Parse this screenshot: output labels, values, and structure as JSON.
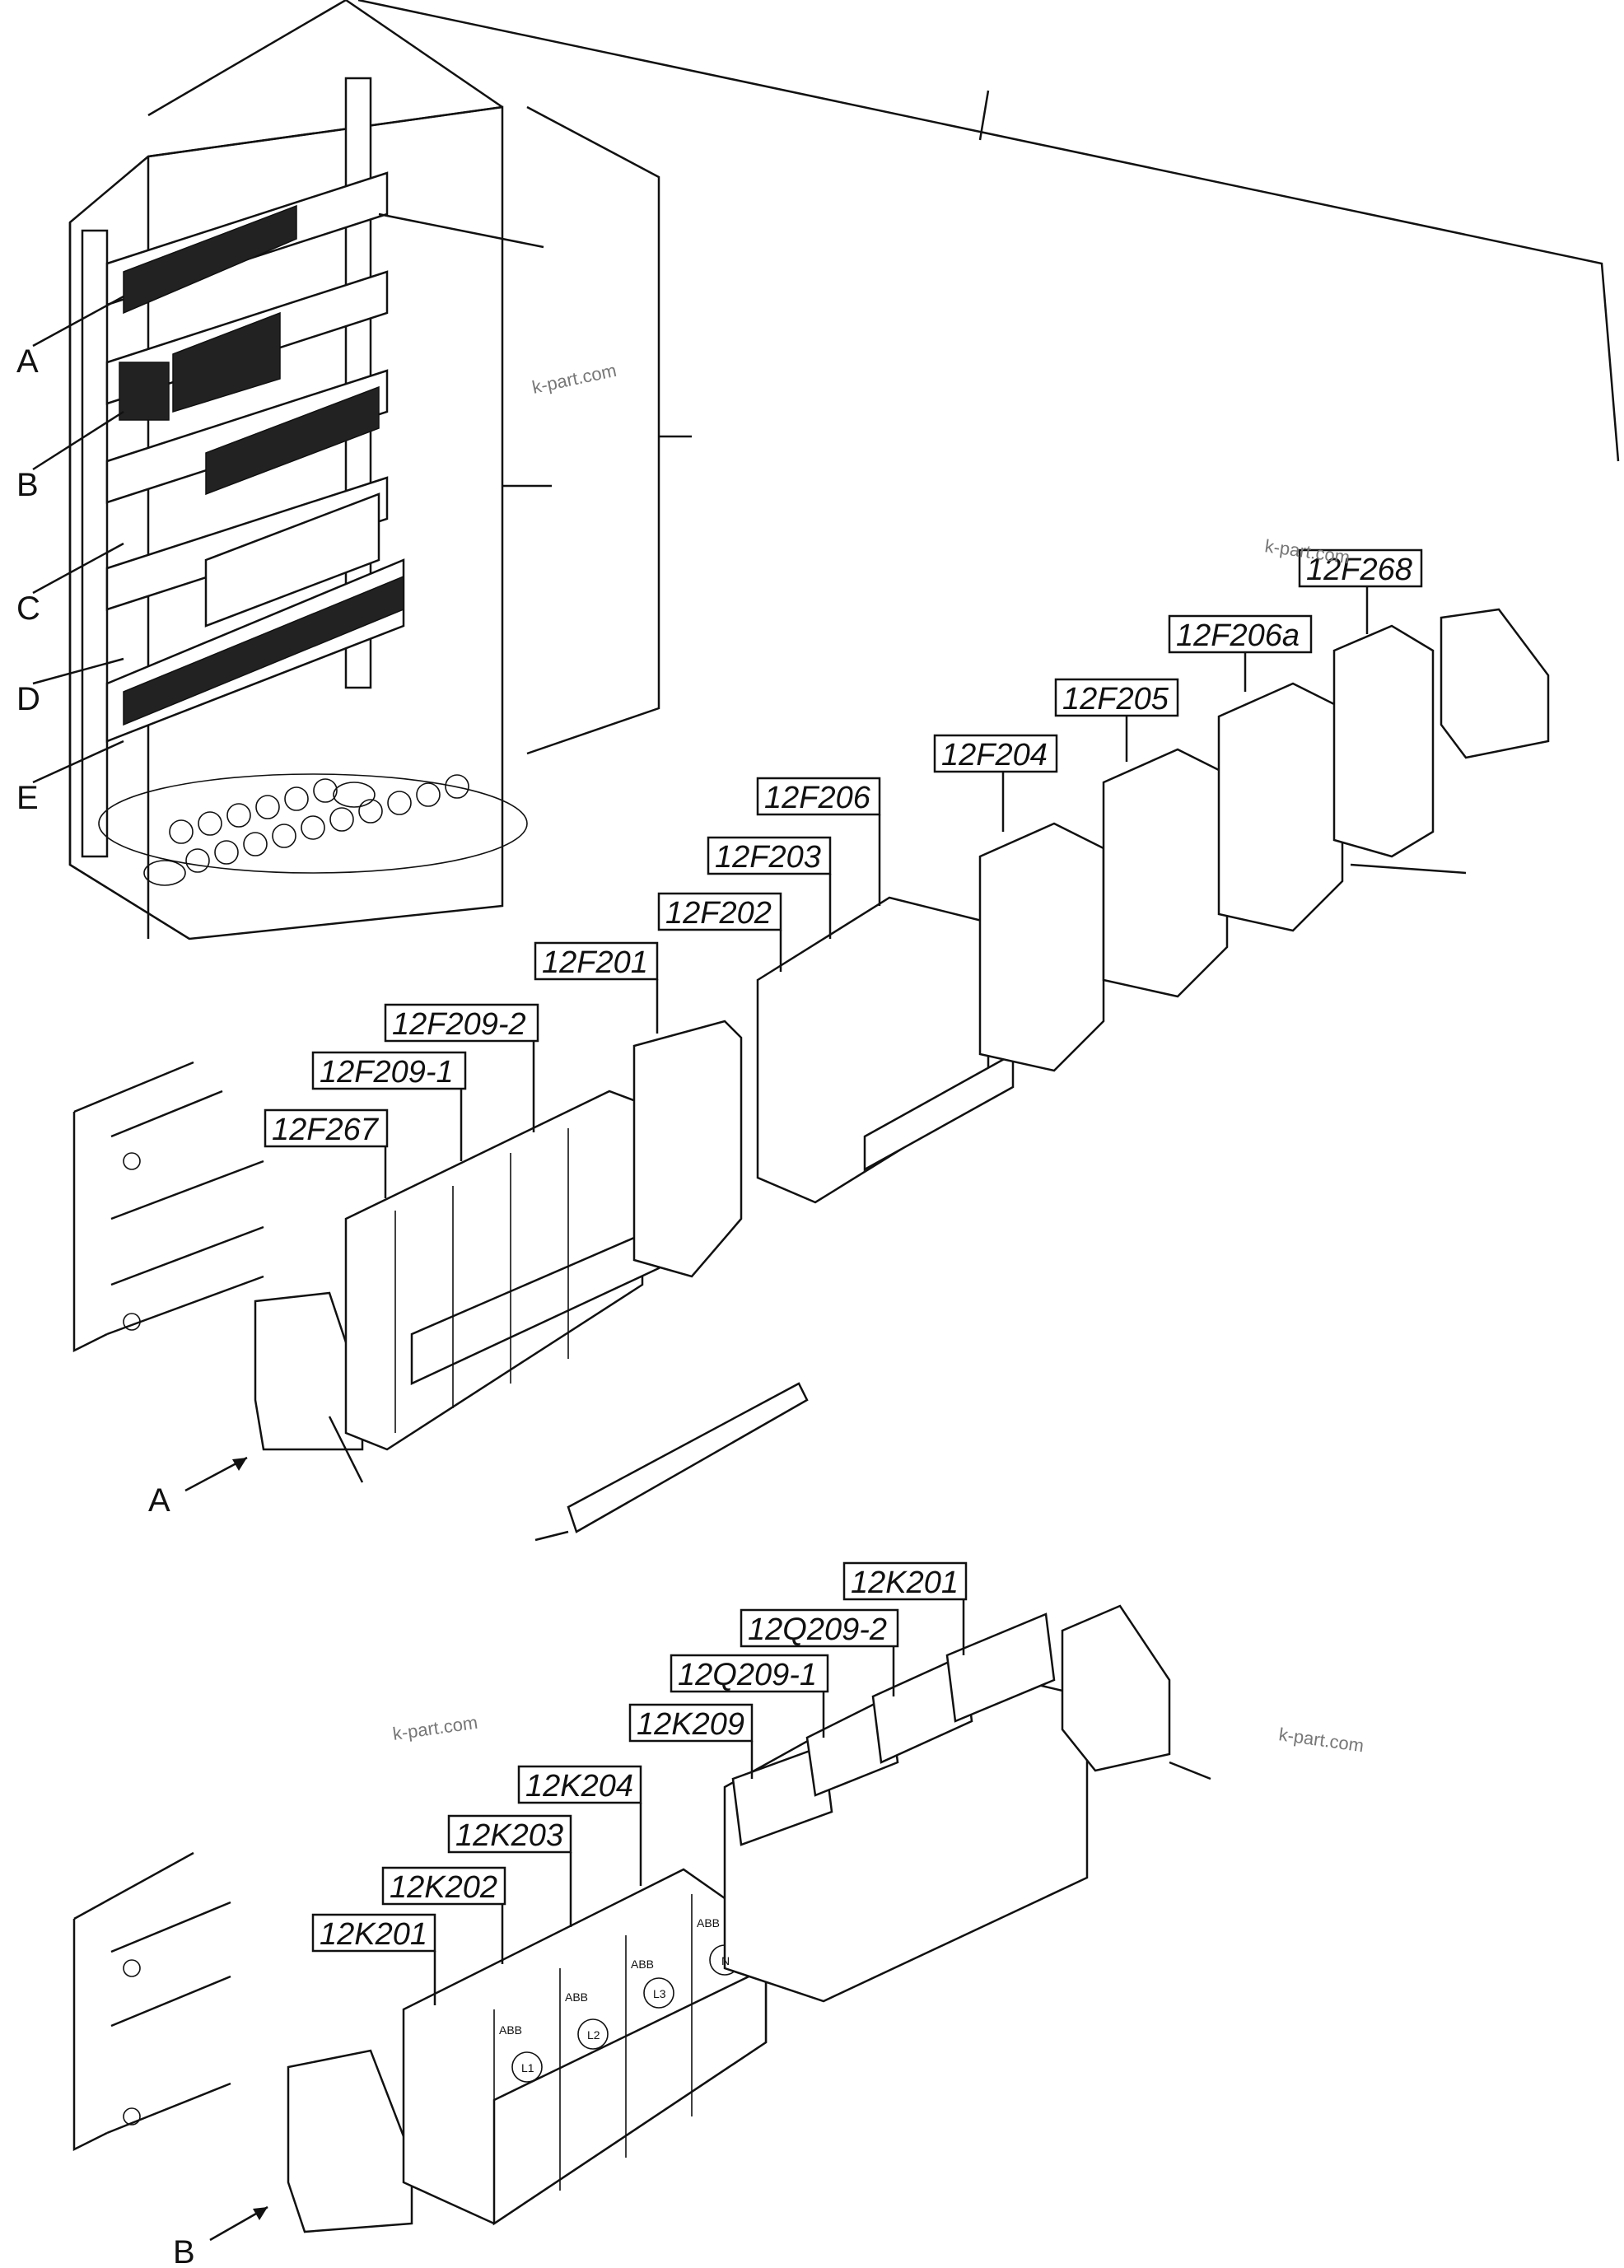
{
  "callout_letters": [
    "A",
    "B",
    "C",
    "D",
    "E"
  ],
  "view_letters": {
    "a": "A",
    "b": "B"
  },
  "watermark": "k-part.com",
  "breaker_tags": [
    "12F267",
    "12F209-1",
    "12F209-2",
    "12F201",
    "12F202",
    "12F203",
    "12F206",
    "12F204",
    "12F205",
    "12F206a",
    "12F268"
  ],
  "contactor_tags": [
    "12K201",
    "12K202",
    "12K203",
    "12K204",
    "12K209",
    "12Q209-1",
    "12Q209-2",
    "12K201"
  ],
  "brand": "ABB",
  "phase_marks": [
    "L1",
    "L2",
    "L3",
    "N"
  ]
}
